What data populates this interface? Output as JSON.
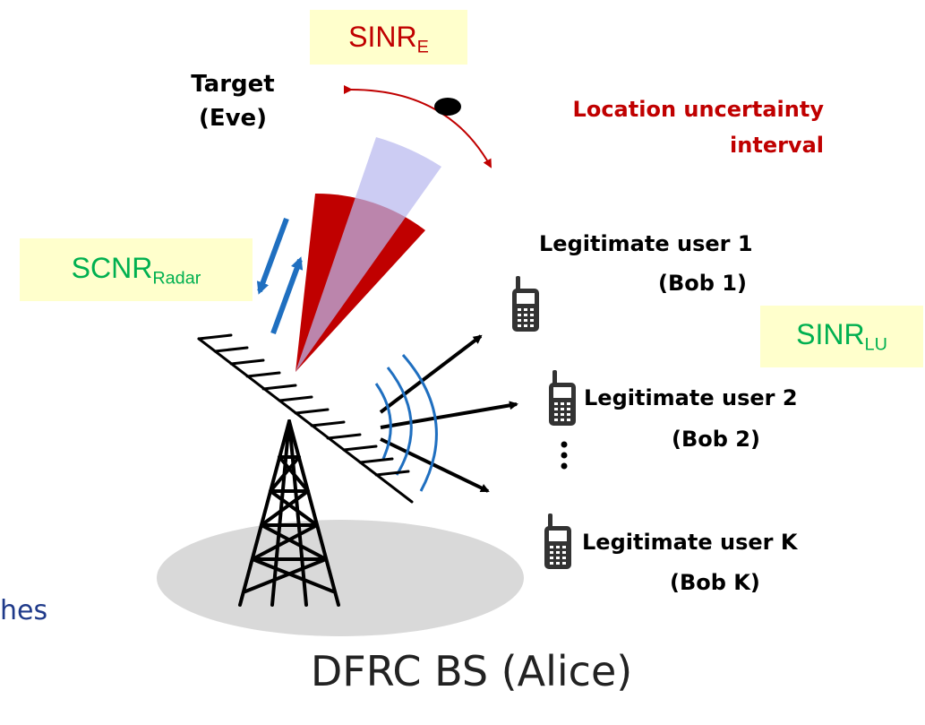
{
  "labels": {
    "sinr_e": {
      "main": "SINR",
      "sub": "E"
    },
    "scnr_radar": {
      "main": "SCNR",
      "sub": "Radar"
    },
    "sinr_lu": {
      "main": "SINR",
      "sub": "LU"
    },
    "target_line1": "Target",
    "target_line2": "(Eve)",
    "uncertainty_line1": "Location uncertainty",
    "uncertainty_line2": "interval",
    "user1_line1": "Legitimate user 1",
    "user1_line2": "(Bob 1)",
    "user2_line1": "Legitimate user 2",
    "user2_line2": "(Bob 2)",
    "userk_line1": "Legitimate user K",
    "userk_line2": "(Bob K)",
    "partial_text": "hes",
    "base_station": "DFRC BS (Alice)"
  },
  "colors": {
    "radar_beam": "#c00000",
    "eve_beam": "#c8c8f0",
    "radar_arrow": "#1f6fc0",
    "wave_arcs": "#1f6fc0",
    "uncertainty_arc": "#c00000",
    "sinr_box": "#ffffcc",
    "green_text": "#00b050",
    "red_text": "#c00000",
    "ground_ellipse": "#d9d9d9",
    "partial_text": "#1f3a8a"
  }
}
